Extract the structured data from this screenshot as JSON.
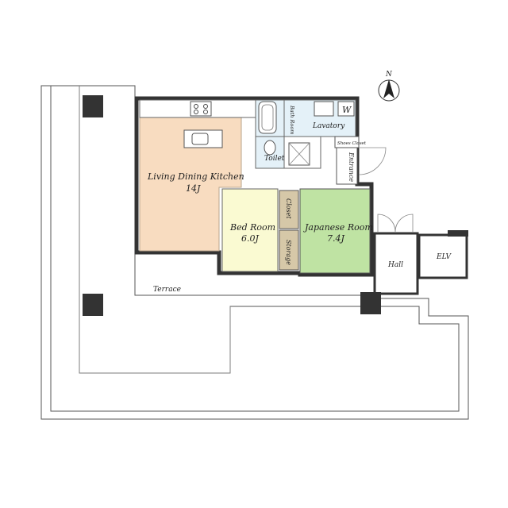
{
  "rooms": {
    "ldk": {
      "name": "Living Dining Kitchen",
      "size": "14J"
    },
    "bed": {
      "name": "Bed Room",
      "size": "6.0J"
    },
    "japanese": {
      "name": "Japanese Room",
      "size": "7.4J"
    },
    "bath": {
      "name": "Bath Room"
    },
    "lavatory": {
      "name": "Lavatory"
    },
    "toilet": {
      "name": "Toilet"
    },
    "shoes": {
      "name": "Shoes Closet"
    },
    "entrance": {
      "name": "Entrance"
    },
    "closet": {
      "name": "Closet"
    },
    "storage": {
      "name": "Storage"
    },
    "hall": {
      "name": "Hall"
    },
    "elv": {
      "name": "ELV"
    },
    "terrace": {
      "name": "Terrace"
    }
  },
  "washer_label": "W",
  "compass_label": "N",
  "colors": {
    "ldk": "#f8dcc0",
    "bed": "#fafad2",
    "japanese": "#bfe3a3",
    "wet": "#e4f1f8",
    "storage": "#d6c8a8",
    "wall": "#333333"
  }
}
